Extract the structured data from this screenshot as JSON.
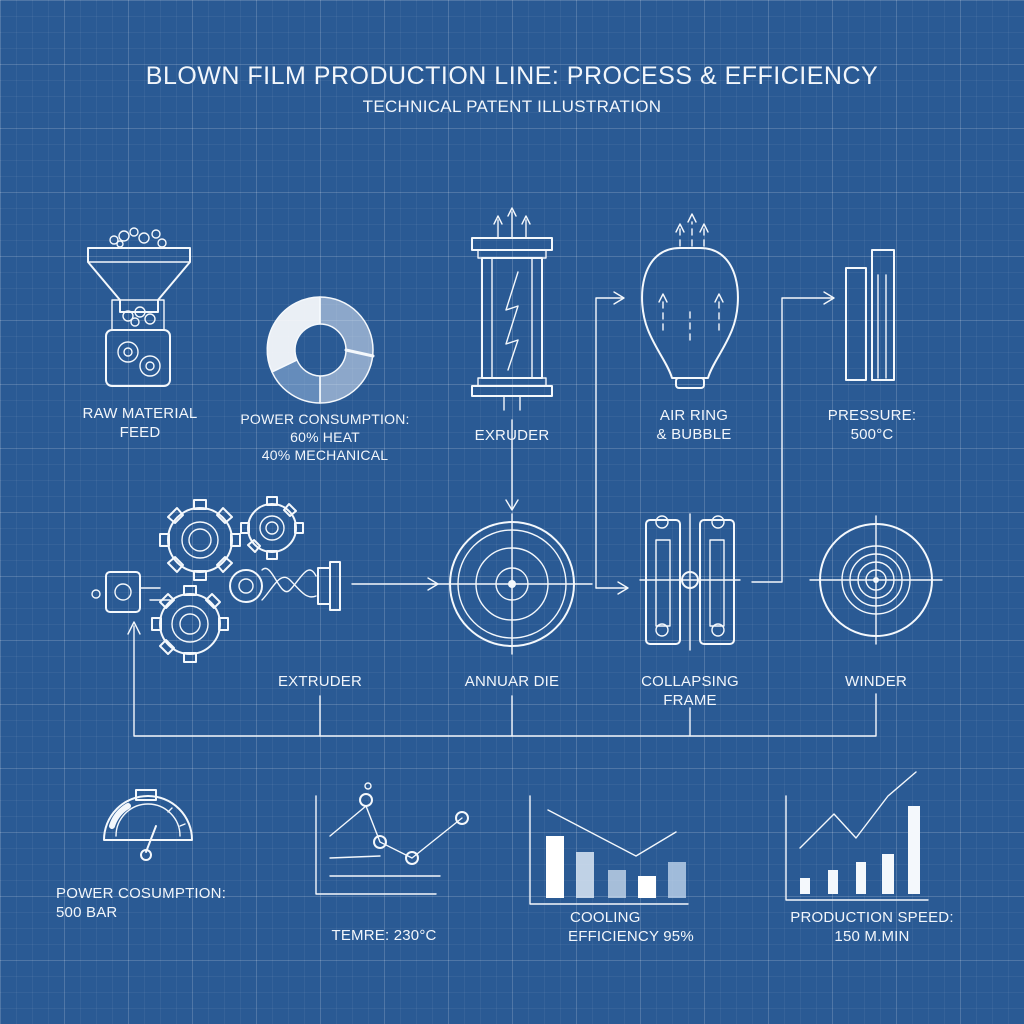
{
  "header": {
    "title": "BLOWN FILM PRODUCTION LINE: PROCESS & EFFICIENCY",
    "subtitle": "TECHNICAL PATENT ILLUSTRATION"
  },
  "top_row": {
    "raw_material": [
      "RAW MATERIAL",
      "FEED"
    ],
    "power": [
      "POWER CONSUMPTION:",
      "60% HEAT",
      "40% MECHANICAL"
    ],
    "extruder": "EXRUDER",
    "air_ring": [
      "AIR RING",
      "& BUBBLE"
    ],
    "pressure": [
      "PRESSURE:",
      "500°C"
    ]
  },
  "middle_row": {
    "extruder": "EXTRUDER",
    "die": "ANNUAR DIE",
    "collapsing": [
      "COLLAPSING",
      "FRAME"
    ],
    "winder": "WINDER"
  },
  "bottom_row": {
    "gauge": [
      "POWER COSUMPTION:",
      "500 BAR"
    ],
    "temp": "TEMRE: 230°C",
    "cooling": [
      "COOLING",
      "EFFICIENCY 95%"
    ],
    "speed": [
      "PRODUCTION SPEED:",
      "150 M.MIN"
    ]
  },
  "power_split": {
    "heat_percent": 60,
    "mechanical_percent": 40
  },
  "colors": {
    "background": "#2a5a94",
    "line": "#f4f8fc"
  }
}
